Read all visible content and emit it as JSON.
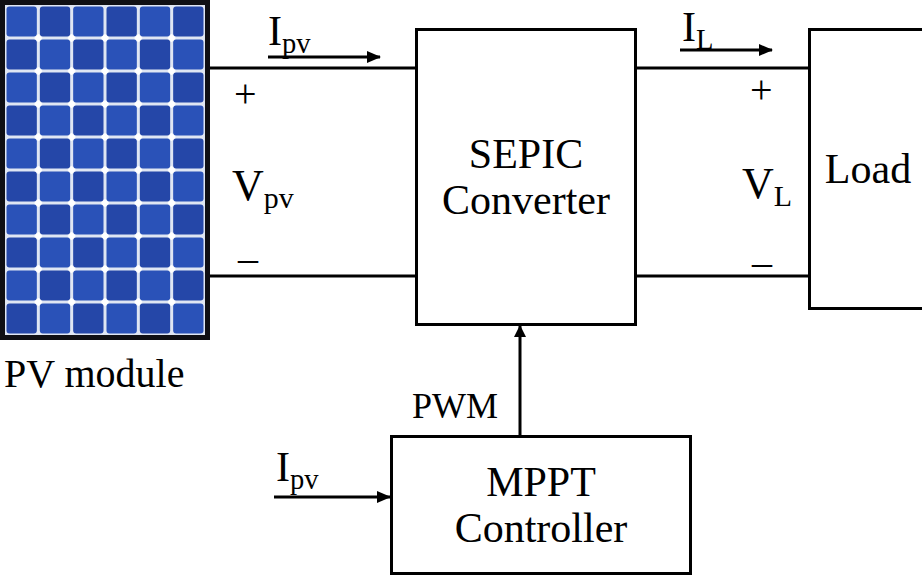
{
  "diagram": {
    "nodes": [
      {
        "text": [
          "PV module"
        ]
      },
      {
        "text": [
          "SEPIC Converter"
        ]
      },
      {
        "text": [
          "Load"
        ]
      },
      {
        "text": [
          "MPPT Controller"
        ]
      }
    ],
    "edges": [
      {
        "from": 0,
        "to": 1,
        "arrow": "none"
      },
      {
        "from": 0,
        "to": 1,
        "arrow": "none"
      },
      {
        "from": 1,
        "to": 2,
        "arrow": "none"
      },
      {
        "from": 1,
        "to": 2,
        "arrow": "none"
      },
      {
        "from": 3,
        "to": 1,
        "label": "PWM",
        "arrow": "to"
      }
    ],
    "labels": [
      "Ipv",
      "+",
      "Vpv",
      "–",
      "IL",
      "+",
      "VL",
      "–",
      "Ipv"
    ]
  }
}
